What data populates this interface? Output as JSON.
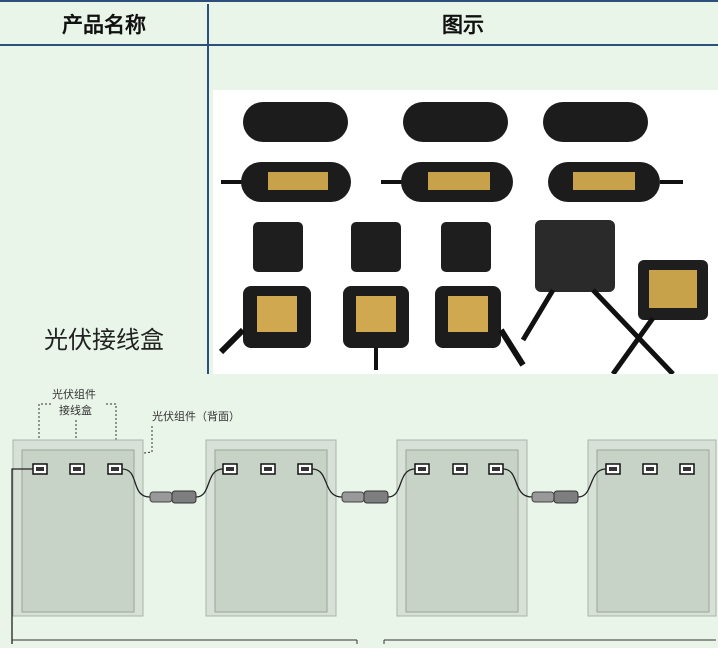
{
  "table": {
    "header_name": "产品名称",
    "header_image": "图示",
    "product_name": "光伏接线盒"
  },
  "diagram": {
    "label_junction_box_line1": "光伏组件",
    "label_junction_box_line2": "接线盒",
    "label_module_back": "光伏组件（背面）"
  }
}
